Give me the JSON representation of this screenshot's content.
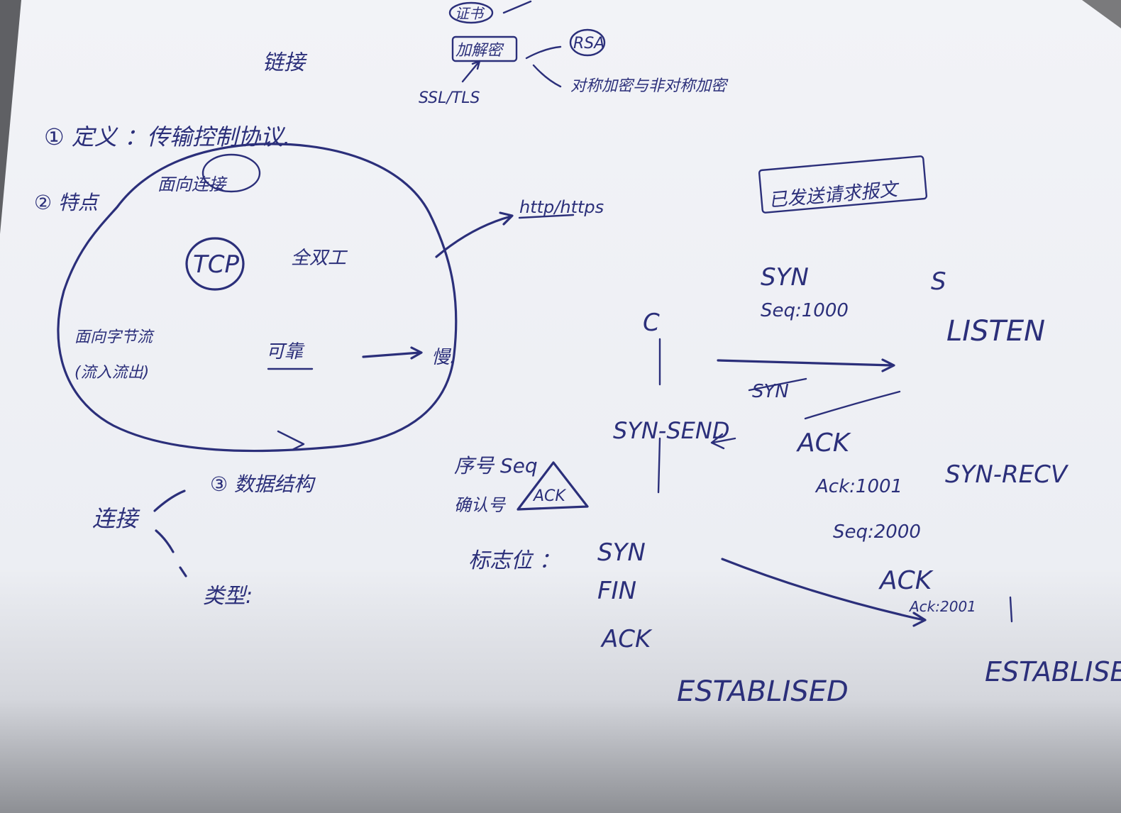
{
  "notes": {
    "title": "链接",
    "top": {
      "cert": "证书",
      "encryptor": "加解密",
      "ssl_tls": "SSL/TLS",
      "rsa": "RSA",
      "crypto_note": "对称加密与非对称加密"
    },
    "definition": "① 定义 ：传输控制协议.",
    "features": {
      "label": "② 特点",
      "connection_oriented": "面向连接",
      "tcp": "TCP",
      "full_duplex": "全双工",
      "byte_stream": "面向字节流",
      "stream_in_out": "(流入流出)",
      "reliable": "可靠",
      "slow": "慢.",
      "http": "http/https"
    },
    "data_structure": {
      "label": "③ 数据结构",
      "connect": "连接",
      "type": "类型:"
    },
    "fields": {
      "seq": "序号 Seq",
      "ack_no": "确认号",
      "ack": "ACK",
      "flags_label": "标志位 ：",
      "flags": [
        "SYN",
        "FIN",
        "ACK"
      ]
    },
    "handshake": {
      "client": "C",
      "server": "S",
      "send_request": "已发送请求报文",
      "syn": "SYN",
      "seq1000": "Seq:1000",
      "listen": "LISTEN",
      "syn_struck": "SYN",
      "syn_send": "SYN-SEND",
      "ack1": "ACK",
      "ack1001": "Ack:1001",
      "syn_recv": "SYN-RECV",
      "seq2000": "Seq:2000",
      "ack2": "ACK",
      "ack2001": "Ack:2001",
      "client_established": "ESTABLISED",
      "server_established": "ESTABLISED"
    }
  }
}
